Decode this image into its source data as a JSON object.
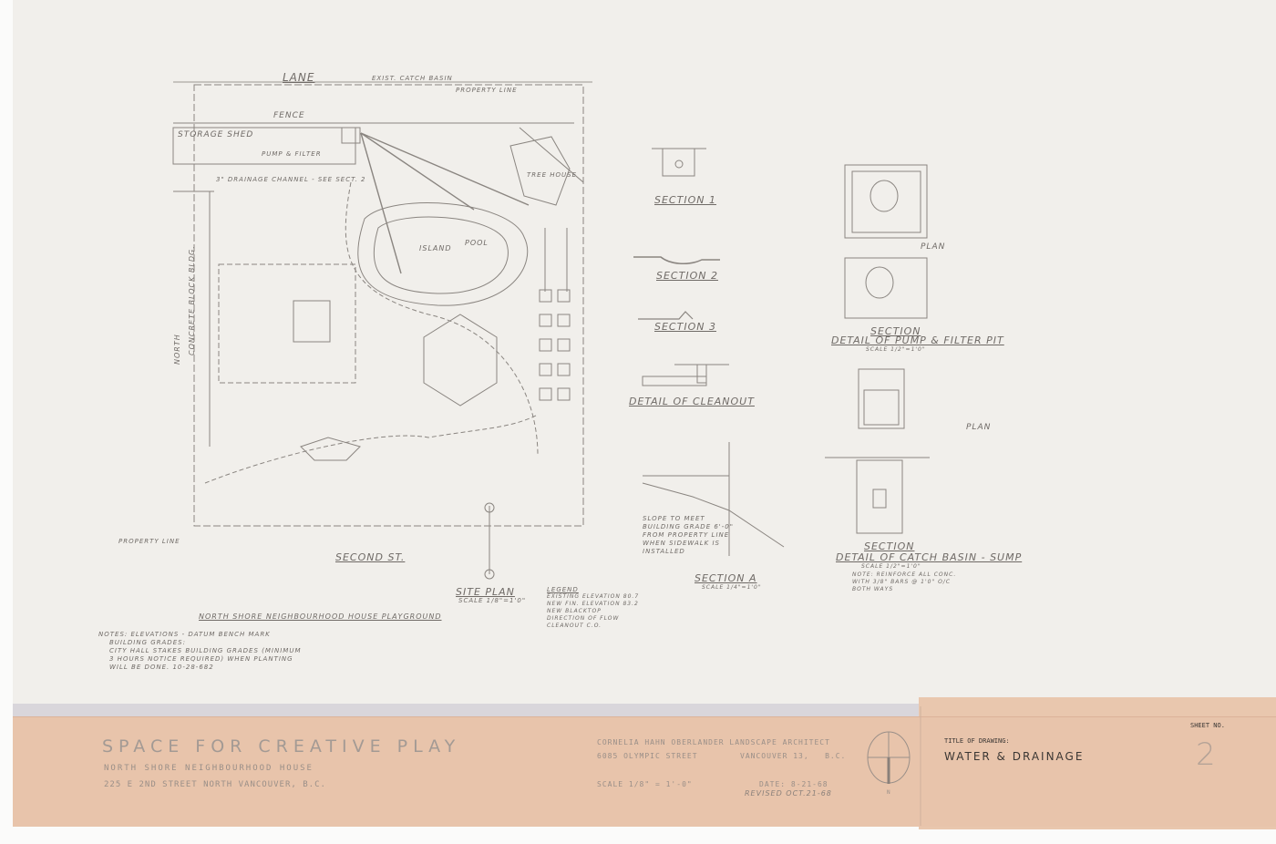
{
  "title_block": {
    "project_title": "SPACE FOR CREATIVE PLAY",
    "client": "NORTH SHORE NEIGHBOURHOOD HOUSE",
    "address": "225 E 2ND STREET   NORTH VANCOUVER, B.C.",
    "architect": "CORNELIA HAHN OBERLANDER  LANDSCAPE ARCHITECT",
    "architect_address": "6085 OLYMPIC STREET        VANCOUVER 13,   B.C.",
    "scale": "SCALE 1/8\" = 1'-0\"",
    "date": "DATE: 8-21-68",
    "revised": "REVISED OCT.21-68",
    "title_label": "TITLE OF DRAWING:",
    "drawing_title": "WATER & DRAINAGE",
    "sheet_label": "SHEET NO.",
    "sheet_number": "2",
    "north_label": "N"
  },
  "site_plan": {
    "lane": "LANE",
    "street": "SECOND ST.",
    "title": "SITE PLAN",
    "scale": "SCALE 1/8\"=1'0\"",
    "subtitle": "NORTH SHORE NEIGHBOURHOOD HOUSE PLAYGROUND",
    "labels": {
      "storage_shed": "STORAGE SHED",
      "fence": "FENCE",
      "pump_filter": "PUMP & FILTER",
      "drainage_channel": "3\" DRAINAGE CHANNEL - SEE SECT. 2",
      "property_line": "PROPERTY LINE",
      "island": "ISLAND",
      "pool": "POOL",
      "building": "CONCRETE BLOCK BLDG.",
      "north": "NORTH",
      "tree_house": "TREE HOUSE",
      "catch_basin": "EXIST. CATCH BASIN",
      "property_line_corner": "PROPERTY LINE"
    },
    "notes": [
      "NOTES: ELEVATIONS - DATUM BENCH MARK",
      "BUILDING GRADES:",
      "CITY HALL STAKES BUILDING GRADES (MINIMUM",
      "3 HOURS NOTICE REQUIRED) WHEN PLANTING",
      "WILL BE DONE. 10-28-682"
    ]
  },
  "legend": {
    "title": "LEGEND",
    "items": [
      "EXISTING ELEVATION  80.7",
      "NEW FIN. ELEVATION  83.2",
      "NEW BLACKTOP",
      "DIRECTION OF FLOW",
      "CLEANOUT  C.O."
    ]
  },
  "details": {
    "section1": "SECTION 1",
    "section2": "SECTION 2",
    "section3": "SECTION 3",
    "cleanout": "DETAIL OF CLEANOUT",
    "sectionA": "SECTION A",
    "sectionA_scale": "SCALE 1/4\"=1'0\"",
    "sectionA_note": "SLOPE TO MEET BUILDING GRADE 6'-0\" FROM PROPERTY LINE WHEN SIDEWALK IS INSTALLED",
    "pump_plan": "PLAN",
    "pump_section": "SECTION",
    "pump_title": "DETAIL OF PUMP & FILTER PIT",
    "pump_scale": "SCALE 1/2\"=1'0\"",
    "sump_plan": "PLAN",
    "sump_section": "SECTION",
    "sump_title": "DETAIL OF CATCH BASIN - SUMP",
    "sump_scale": "SCALE 1/2\"=1'0\"",
    "sump_note": "NOTE: REINFORCE ALL CONC. WITH 3/8\" BARS @ 1'0\" O/C BOTH WAYS"
  }
}
